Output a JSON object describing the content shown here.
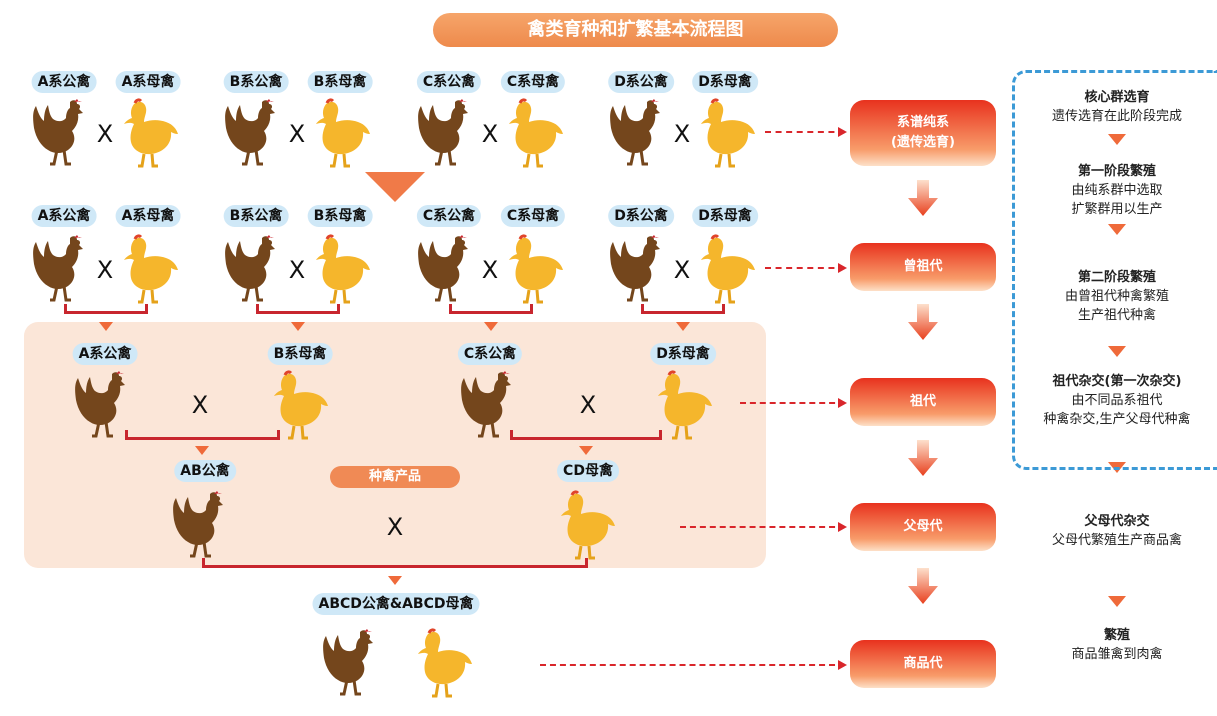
{
  "title": "禽类育种和扩繁基本流程图",
  "row1": [
    "A系公禽",
    "A系母禽",
    "B系公禽",
    "B系母禽",
    "C系公禽",
    "C系母禽",
    "D系公禽",
    "D系母禽"
  ],
  "row2": [
    "A系公禽",
    "A系母禽",
    "B系公禽",
    "B系母禽",
    "C系公禽",
    "C系母禽",
    "D系公禽",
    "D系母禽"
  ],
  "row3": [
    "A系公禽",
    "B系母禽",
    "C系公禽",
    "D系母禽"
  ],
  "cross": "X",
  "ab": "AB公禽",
  "cd": "CD母禽",
  "product": "种禽产品",
  "abcd": "ABCD公禽&ABCD母禽",
  "stages": [
    "系谱纯系",
    "(遗传选育)",
    "曾祖代",
    "祖代",
    "父母代",
    "商品代"
  ],
  "side": [
    {
      "title": "核心群选育",
      "lines": [
        "遗传选育在此阶段完成"
      ]
    },
    {
      "title": "第一阶段繁殖",
      "lines": [
        "由纯系群中选取",
        "扩繁群用以生产"
      ]
    },
    {
      "title": "第二阶段繁殖",
      "lines": [
        "由曾祖代种禽繁殖",
        "生产祖代种禽"
      ]
    },
    {
      "title": "祖代杂交(第一次杂交)",
      "lines": [
        "由不同品系祖代",
        "种禽杂交,生产父母代种禽"
      ]
    },
    {
      "title": "父母代杂交",
      "lines": [
        "父母代繁殖生产商品禽"
      ]
    },
    {
      "title": "繁殖",
      "lines": [
        "商品雏禽到肉禽"
      ]
    }
  ],
  "colors": {
    "rooster": "#74461c",
    "hen": "#f5b62c",
    "accent": "#e8321e",
    "dash_border": "#3c9ad6",
    "peach": "#fbe6d8"
  }
}
